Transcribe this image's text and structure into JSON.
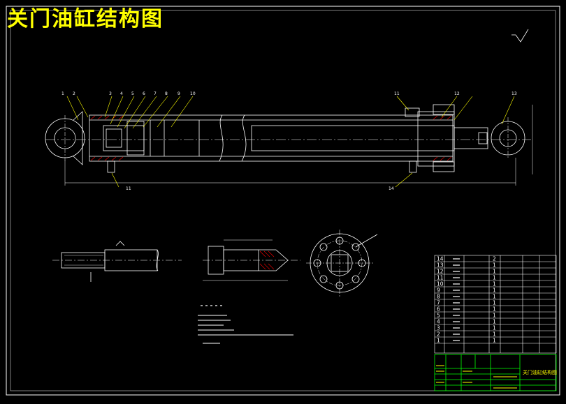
{
  "title": "关门油缸结构图",
  "colors": {
    "background": "#000000",
    "line": "#ffffff",
    "title": "#ffff00",
    "yellow": "#ffff00",
    "green": "#00ff00",
    "cyan": "#00ffff",
    "red": "#ff0000"
  },
  "main_view": {
    "callouts_top": [
      "1",
      "2",
      "3",
      "4",
      "5",
      "6",
      "7",
      "8",
      "9",
      "10",
      "11",
      "12",
      "13"
    ],
    "callouts_bottom": [
      "11",
      "14"
    ]
  },
  "bom": {
    "rows": [
      {
        "no": "14",
        "qty": "2"
      },
      {
        "no": "13",
        "qty": "1"
      },
      {
        "no": "12",
        "qty": "1"
      },
      {
        "no": "11",
        "qty": "1"
      },
      {
        "no": "10",
        "qty": "1"
      },
      {
        "no": "9",
        "qty": "1"
      },
      {
        "no": "8",
        "qty": "1"
      },
      {
        "no": "7",
        "qty": "1"
      },
      {
        "no": "6",
        "qty": "1"
      },
      {
        "no": "5",
        "qty": "1"
      },
      {
        "no": "4",
        "qty": "1"
      },
      {
        "no": "3",
        "qty": "1"
      },
      {
        "no": "2",
        "qty": "1"
      },
      {
        "no": "1",
        "qty": "1"
      }
    ]
  },
  "title_block": {
    "drawing_name": "关门油缸结构图"
  }
}
